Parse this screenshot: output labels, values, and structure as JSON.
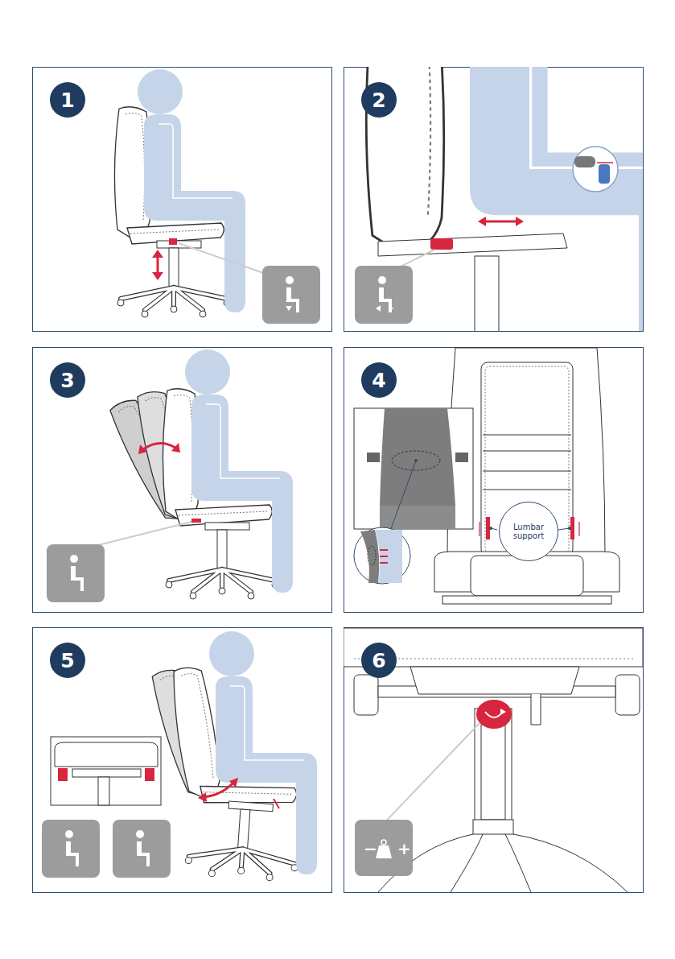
{
  "diagram": {
    "nodes": [
      {
        "text": [
          "1"
        ]
      },
      {
        "text": [
          "2"
        ]
      },
      {
        "text": [
          "3"
        ]
      },
      {
        "text": [
          "4"
        ]
      },
      {
        "text": [
          "5"
        ]
      },
      {
        "text": [
          "6"
        ]
      },
      {
        "text": [
          "Lumbar support"
        ]
      }
    ],
    "labels": [
      "−",
      "+"
    ]
  }
}
